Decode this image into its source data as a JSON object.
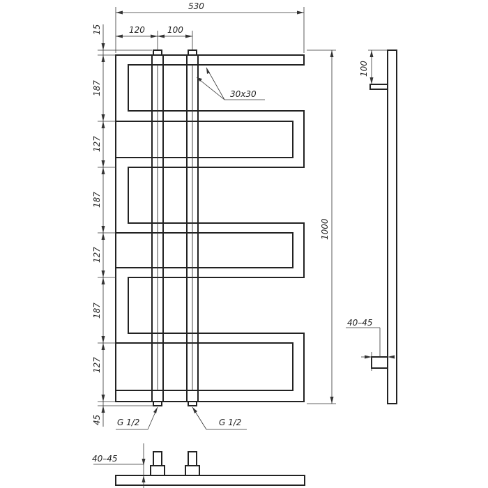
{
  "drawing": {
    "dimensions": {
      "overall_width": "530",
      "pipe_offset_left": "120",
      "pipe_spacing": "100",
      "top_margin": "15",
      "segments_left": [
        "187",
        "127",
        "187",
        "127",
        "187",
        "127"
      ],
      "bottom_margin": "45",
      "overall_height": "1000",
      "pipe_section": "30x30",
      "side_top": "100",
      "side_wall_gap": "40–45",
      "bottom_wall_gap": "40–45"
    },
    "connections": {
      "left": "G 1/2",
      "right": "G 1/2"
    }
  }
}
